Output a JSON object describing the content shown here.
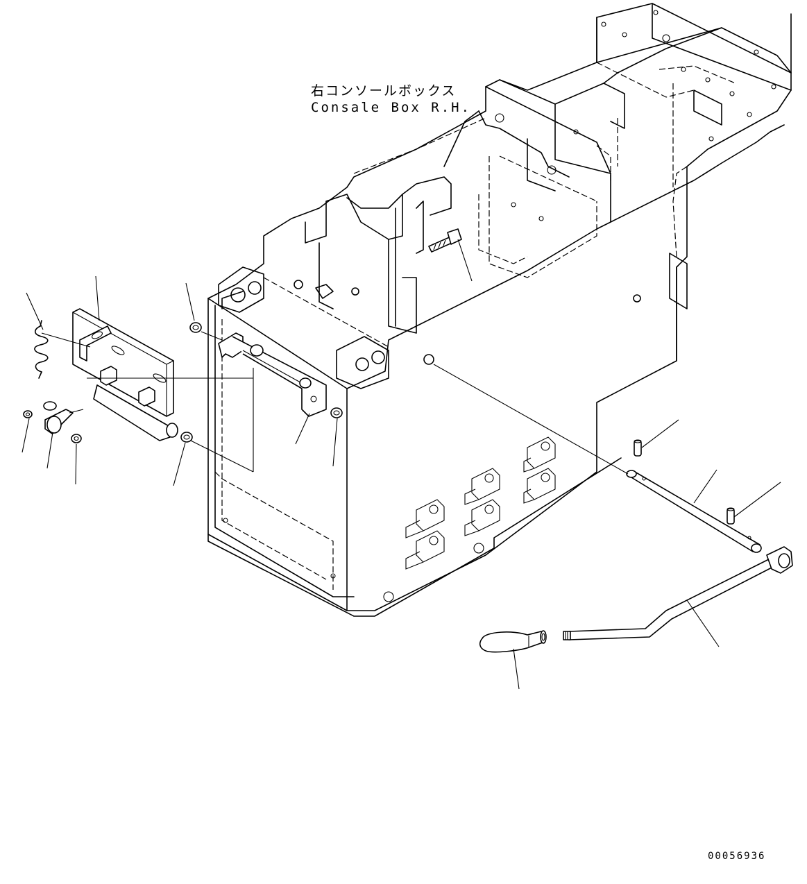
{
  "labels": {
    "title_jp": "右コンソールボックス",
    "title_en": "Consale Box R.H.",
    "figure_number": "00056936"
  },
  "colors": {
    "line": "#000000",
    "background": "#ffffff"
  }
}
